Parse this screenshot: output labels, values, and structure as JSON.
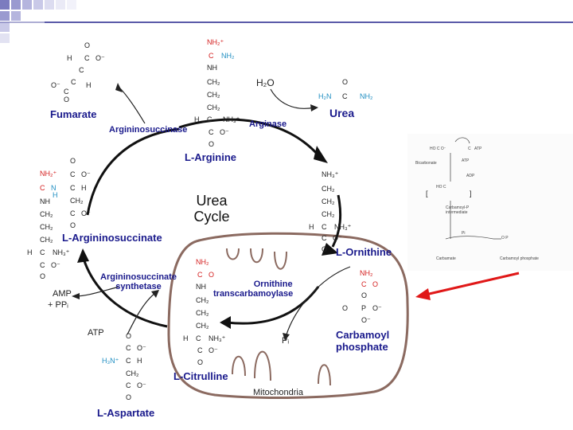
{
  "cycle_title_line1": "Urea",
  "cycle_title_line2": "Cycle",
  "compounds": {
    "fumarate": "Fumarate",
    "l_arginine": "L-Arginine",
    "urea": "Urea",
    "l_argininosuccinate": "L-Argininosuccinate",
    "l_ornithine": "L-Ornithine",
    "carbamoyl_phosphate_1": "Carbamoyl",
    "carbamoyl_phosphate_2": "phosphate",
    "l_citrulline": "L-Citrulline",
    "l_aspartate": "L-Aspartate"
  },
  "enzymes": {
    "argininosuccinase": "Argininosuccinase",
    "arginase": "Arginase",
    "as_synthetase_1": "Argininosuccinate",
    "as_synthetase_2": "synthetase",
    "otc_1": "Ornithine",
    "otc_2": "transcarbamoylase"
  },
  "small_molecules": {
    "water": "H₂O",
    "amp": "AMP",
    "ppi": "+ PPᵢ",
    "atp": "ATP",
    "pi": "Pᵢ"
  },
  "organelle_label": "Mitochondria",
  "colors": {
    "label_blue": "#1a1a8c",
    "red_group": "#d42020",
    "cyan_group": "#1f8ec2",
    "mito_outline": "#8b6a60",
    "pointer_arrow": "#e01818",
    "corner_squares": "#8080c0"
  },
  "inset_texts": [
    "ATP",
    "ADP",
    "Pi",
    "Carbamoyl phosphate",
    "Carbamoyl-P",
    "intermediate",
    "Carbamate",
    "Bicarbonate"
  ]
}
